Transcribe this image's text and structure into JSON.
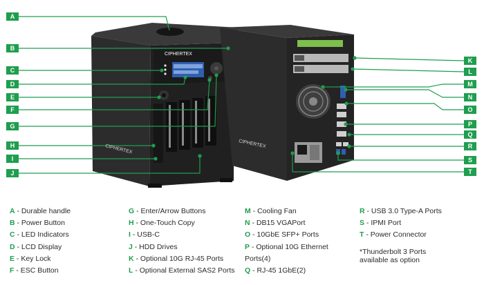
{
  "left_callouts": [
    "A",
    "B",
    "C",
    "D",
    "E",
    "F",
    "G",
    "H",
    "I",
    "J"
  ],
  "right_callouts": [
    "K",
    "L",
    "M",
    "N",
    "O",
    "P",
    "Q",
    "R",
    "S",
    "T"
  ],
  "brand_text": "CIPHERTEX",
  "colors": {
    "accent": "#1f9e4f",
    "chassis": "#232323",
    "chassis_light": "#3a3a3a"
  },
  "legend": {
    "col1": [
      {
        "letter": "A",
        "label": " - Durable handle"
      },
      {
        "letter": "B",
        "label": " - Power Button"
      },
      {
        "letter": "C",
        "label": " - LED Indicators"
      },
      {
        "letter": "D",
        "label": " - LCD Display"
      },
      {
        "letter": "E",
        "label": " - Key Lock"
      },
      {
        "letter": "F",
        "label": " - ESC Button"
      }
    ],
    "col2": [
      {
        "letter": "G",
        "label": " - Enter/Arrow Buttons"
      },
      {
        "letter": "H",
        "label": " - One-Touch Copy"
      },
      {
        "letter": "I",
        "label": " - USB-C"
      },
      {
        "letter": "J",
        "label": " - HDD Drives"
      },
      {
        "letter": "K",
        "label": " - Optional 10G RJ-45 Ports"
      },
      {
        "letter": "L",
        "label": " - Optional External SAS2 Ports"
      }
    ],
    "col3": [
      {
        "letter": "M",
        "label": " - Cooling Fan"
      },
      {
        "letter": "N",
        "label": " - DB15 VGAPort"
      },
      {
        "letter": "O",
        "label": " - 10GbE SFP+ Ports"
      },
      {
        "letter": "P",
        "label": " - Optional 10G Ethernet"
      },
      {
        "letter": "",
        "label": "Ports(4)"
      },
      {
        "letter": "Q",
        "label": " - RJ-45 1GbE(2)"
      }
    ],
    "col4": [
      {
        "letter": "R",
        "label": " - USB 3.0 Type-A Ports"
      },
      {
        "letter": "S",
        "label": " - IPMI Port"
      },
      {
        "letter": "T",
        "label": " - Power Connector"
      }
    ],
    "note_line1": "*Thunderbolt 3 Ports",
    "note_line2": "available as option"
  }
}
